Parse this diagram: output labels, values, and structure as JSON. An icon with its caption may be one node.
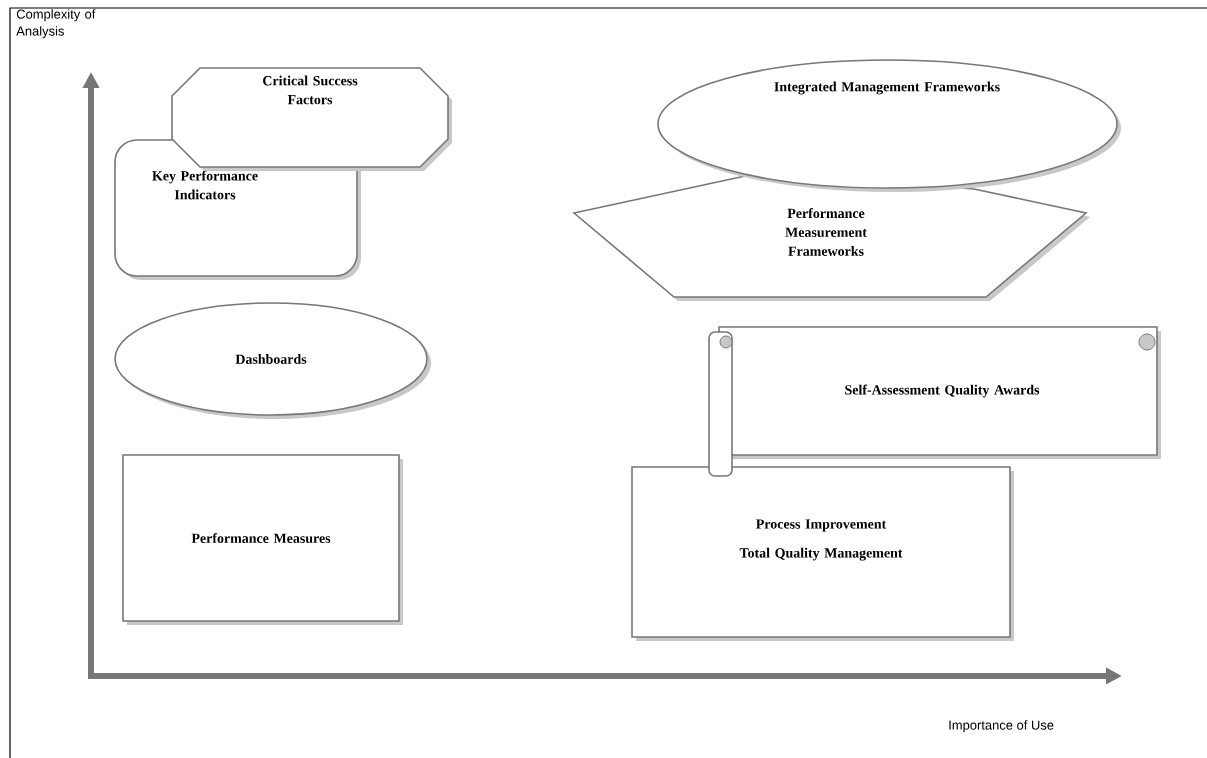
{
  "diagram": {
    "nodes": [
      {
        "text": [
          "Critical Success Factors"
        ]
      },
      {
        "text": [
          "Key Performance Indicators"
        ]
      },
      {
        "text": [
          "Dashboards"
        ]
      },
      {
        "text": [
          "Performance Measures"
        ]
      },
      {
        "text": [
          "Integrated Management Frameworks"
        ]
      },
      {
        "text": [
          "Performance Measurement Frameworks"
        ]
      },
      {
        "text": [
          "Self-Assessment Quality Awards"
        ]
      },
      {
        "text": [
          "Process Improvement",
          "Total Quality Management"
        ]
      }
    ],
    "labels": [
      "Complexity of Analysis",
      "Importance of Use"
    ]
  }
}
